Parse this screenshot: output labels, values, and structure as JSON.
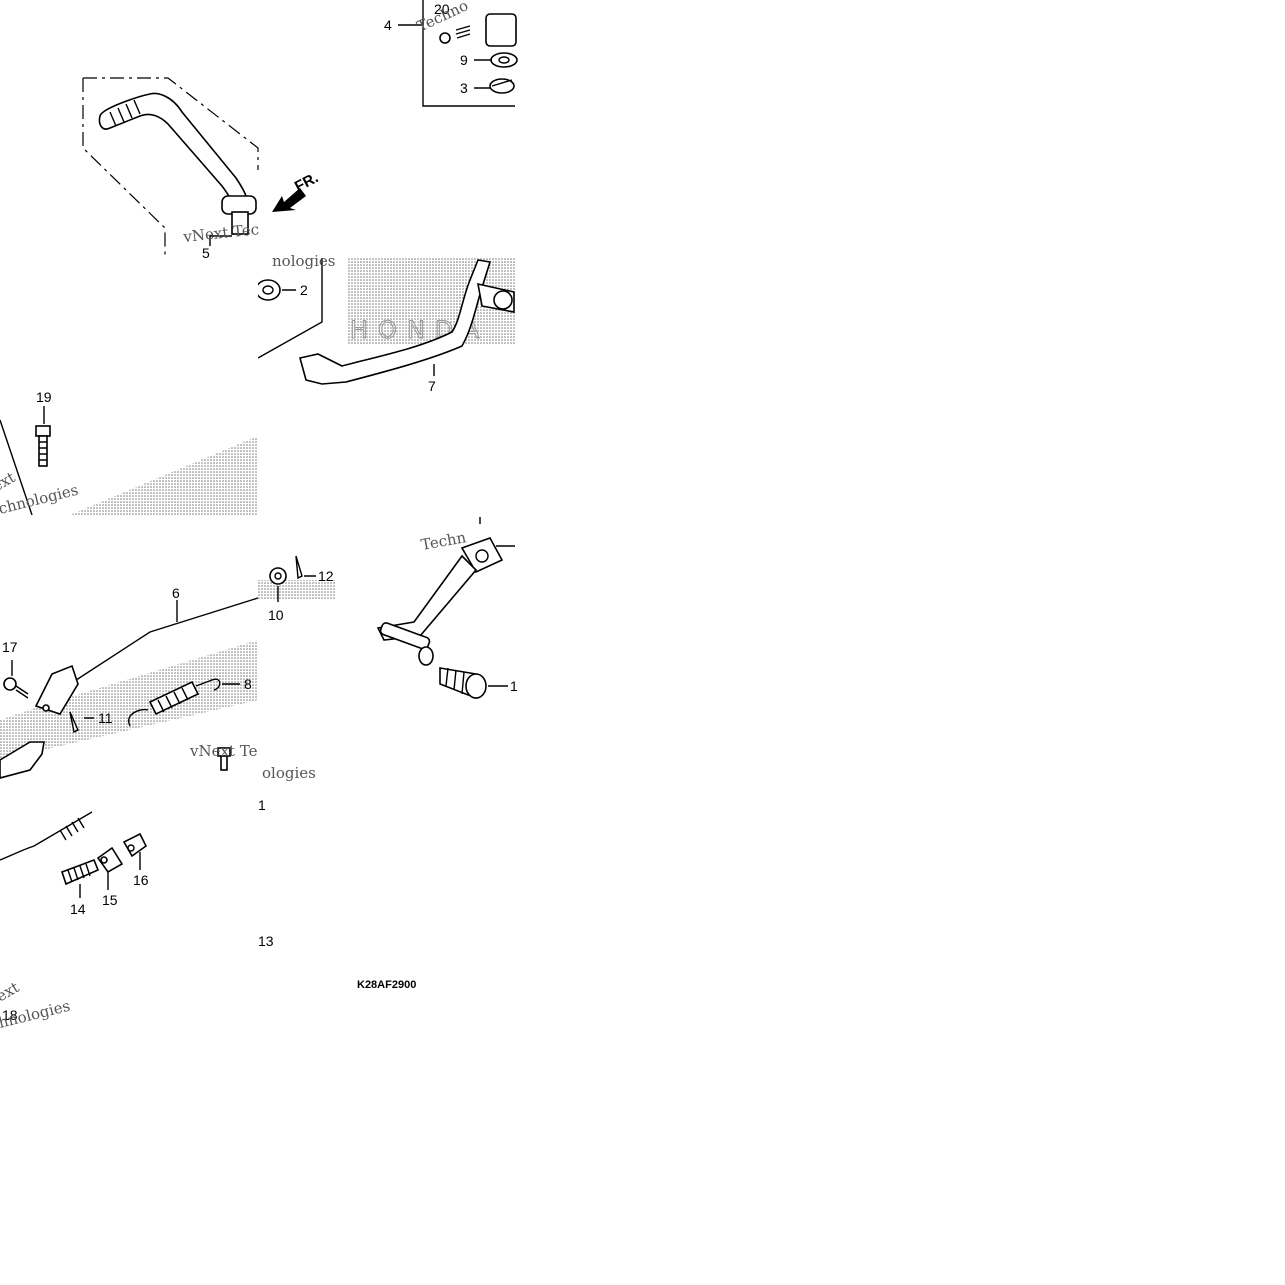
{
  "callouts": {
    "c1": "1",
    "c1b": "1",
    "c2": "2",
    "c3": "3",
    "c4": "4",
    "c5": "5",
    "c6": "6",
    "c7": "7",
    "c8": "8",
    "c9": "9",
    "c10": "10",
    "c11": "11",
    "c12": "12",
    "c13": "13",
    "c14": "14",
    "c15": "15",
    "c16": "16",
    "c17": "17",
    "c18": "18",
    "c19": "19",
    "c20": "20"
  },
  "front_marker": "FR.",
  "diagram_code": "K28AF2900",
  "watermarks": {
    "w1": "vNext Tec",
    "w2": "Techno",
    "w3": "nologies",
    "w4": "ext",
    "w5": "chnologies",
    "w6": "Techn",
    "w7": "vNext Te",
    "w8": "ologies",
    "w9": "ext",
    "w10": "hnologies",
    "brand": "HONDA"
  }
}
